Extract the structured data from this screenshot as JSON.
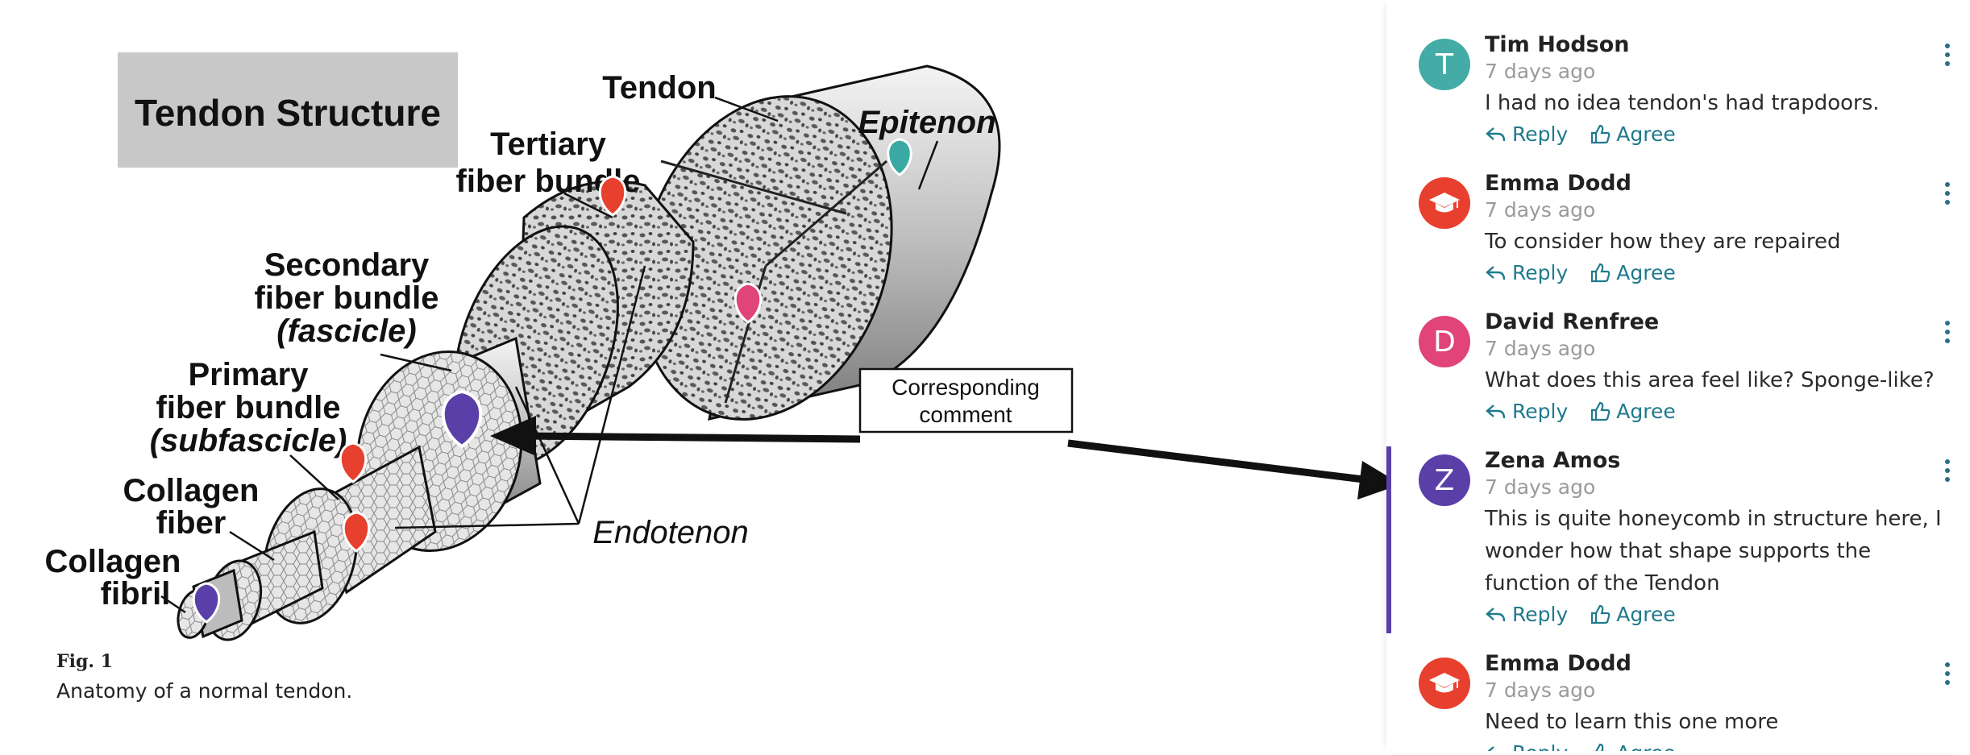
{
  "figure": {
    "title": "Tendon Structure",
    "labels": {
      "tendon": "Tendon",
      "epitenon": "Epitenon",
      "tertiary_1": "Tertiary",
      "tertiary_2": "fiber bundle",
      "secondary_1": "Secondary",
      "secondary_2": "fiber bundle",
      "secondary_3": "(fascicle)",
      "primary_1": "Primary",
      "primary_2": "fiber bundle",
      "primary_3": "(subfascicle)",
      "collagen_fiber_1": "Collagen",
      "collagen_fiber_2": "fiber",
      "collagen_fibril_1": "Collagen",
      "collagen_fibril_2": "fibril",
      "endotenon": "Endotenon"
    },
    "callout_1": "Corresponding",
    "callout_2": "comment",
    "caption_label": "Fig. 1",
    "caption_text": "Anatomy of a normal tendon.",
    "pin_colors": {
      "teal": "#3aa9a3",
      "red": "#e8402e",
      "pink": "#e04479",
      "purple": "#5b3fa8"
    }
  },
  "comments": [
    {
      "author": "Tim Hodson",
      "time": "7 days ago",
      "text": "I had no idea tendon's had trapdoors.",
      "avatar_letter": "T",
      "avatar_color": "#45aba6",
      "avatar_icon": "letter"
    },
    {
      "author": "Emma Dodd",
      "time": "7 days ago",
      "text": "To consider how they are repaired",
      "avatar_letter": "",
      "avatar_color": "#e8402e",
      "avatar_icon": "graduation-cap-icon"
    },
    {
      "author": "David Renfree",
      "time": "7 days ago",
      "text": "What does this area feel like? Sponge-like?",
      "avatar_letter": "D",
      "avatar_color": "#e04479",
      "avatar_icon": "letter"
    },
    {
      "author": "Zena Amos",
      "time": "7 days ago",
      "text": "This is quite honeycomb in structure here, I wonder how that shape supports the function of the Tendon",
      "avatar_letter": "Z",
      "avatar_color": "#5b3fa8",
      "avatar_icon": "letter",
      "selected": true
    },
    {
      "author": "Emma Dodd",
      "time": "7 days ago",
      "text": "Need to learn this one more",
      "avatar_letter": "",
      "avatar_color": "#e8402e",
      "avatar_icon": "graduation-cap-icon"
    }
  ],
  "actions": {
    "reply": "Reply",
    "agree": "Agree"
  },
  "colors": {
    "link": "#1f7a8c",
    "selected_border": "#5b3fa8"
  }
}
